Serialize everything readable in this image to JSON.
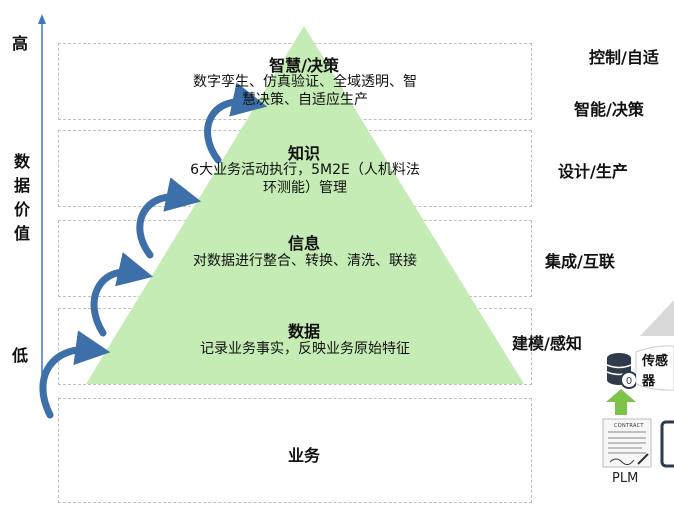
{
  "axis": {
    "high": "高",
    "low": "低",
    "label": "数据价值"
  },
  "levels": [
    {
      "title": "智慧/决策",
      "desc": "数字孪生、仿真验证、全域透明、智慧决策、自适应生产",
      "side": "智能/决策"
    },
    {
      "title": "知识",
      "desc": "6大业务活动执行，5M2E（人机料法环测能）管理",
      "side": "设计/生产"
    },
    {
      "title": "信息",
      "desc": "对数据进行整合、转换、清洗、联接",
      "side": "集成/互联"
    },
    {
      "title": "数据",
      "desc": "记录业务事实，反映业务原始特征",
      "side": "建模/感知"
    }
  ],
  "top_side": "控制/自适",
  "business": "业务",
  "right_panel": {
    "sensor_label": "传感器",
    "plm_label": "PLM",
    "contract_text": "CONTRACT"
  },
  "colors": {
    "pyramid": "#c5ecb5",
    "arrow": "#3d6fa8",
    "up_arrow": "#7ec24a",
    "axis": "#3a77c8"
  }
}
